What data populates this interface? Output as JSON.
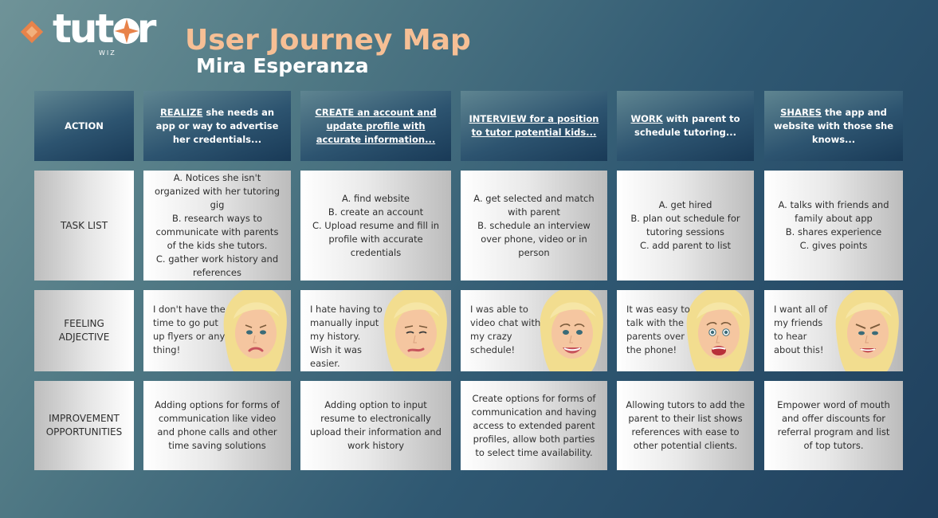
{
  "brand": {
    "name": "tutor",
    "tagline": "WIZ",
    "accent": "#e8834a"
  },
  "title": "User Journey Map",
  "subtitle": "Mira Esperanza",
  "row_labels": {
    "action": "ACTION",
    "task": "TASK LIST",
    "feeling_1": "FEELING",
    "feeling_2": "ADJECTIVE",
    "improve_1": "IMPROVEMENT",
    "improve_2": "OPPORTUNITIES"
  },
  "stages": [
    {
      "action_key": "REALIZE",
      "action_rest": " she needs an app or way to advertise her credentials...",
      "tasks": [
        "A. Notices she isn't organized with her tutoring gig",
        "B. research ways to communicate with parents of the kids she tutors.",
        "C. gather work history and references"
      ],
      "feeling": "I don't have the time to go put up flyers or any thing!",
      "mood": "sad",
      "improvement": "Adding options for forms of communication like video and phone calls and other time saving solutions"
    },
    {
      "action_key": "CREATE an account and update profile with accurate information...",
      "action_rest": "",
      "tasks": [
        "A. find website",
        "B. create an account",
        "C. Upload resume and fill in profile with accurate credentials"
      ],
      "feeling": "I hate having to manually input my history. Wish it was easier.",
      "mood": "annoyed",
      "improvement": "Adding option to input resume to electronically upload their information and work history"
    },
    {
      "action_key": "INTERVIEW for a position to tutor potential kids...",
      "action_rest": "",
      "tasks": [
        "A. get selected and match with parent",
        "B. schedule an interview over phone, video or in person"
      ],
      "feeling": "I was able to video chat with my crazy schedule!",
      "mood": "happy",
      "improvement": "Create options for forms of communication and having access to extended parent profiles, allow both parties to select time availability."
    },
    {
      "action_key": "WORK",
      "action_rest": " with parent to schedule tutoring...",
      "tasks": [
        "A. get hired",
        "B. plan out schedule for tutoring sessions",
        "C. add parent to list"
      ],
      "feeling": "It was easy to talk with the parents over the phone!",
      "mood": "excited",
      "improvement": "Allowing tutors to add the parent to their list shows references with ease to other potential clients."
    },
    {
      "action_key": "SHARES",
      "action_rest": " the app and website with those she knows...",
      "tasks": [
        "A. talks with friends and family about app",
        "B. shares experience",
        "C. gives points"
      ],
      "feeling": "I want all of my friends to hear about this!",
      "mood": "eager",
      "improvement": "Empower word of mouth and offer discounts for referral program and list of top tutors."
    }
  ]
}
